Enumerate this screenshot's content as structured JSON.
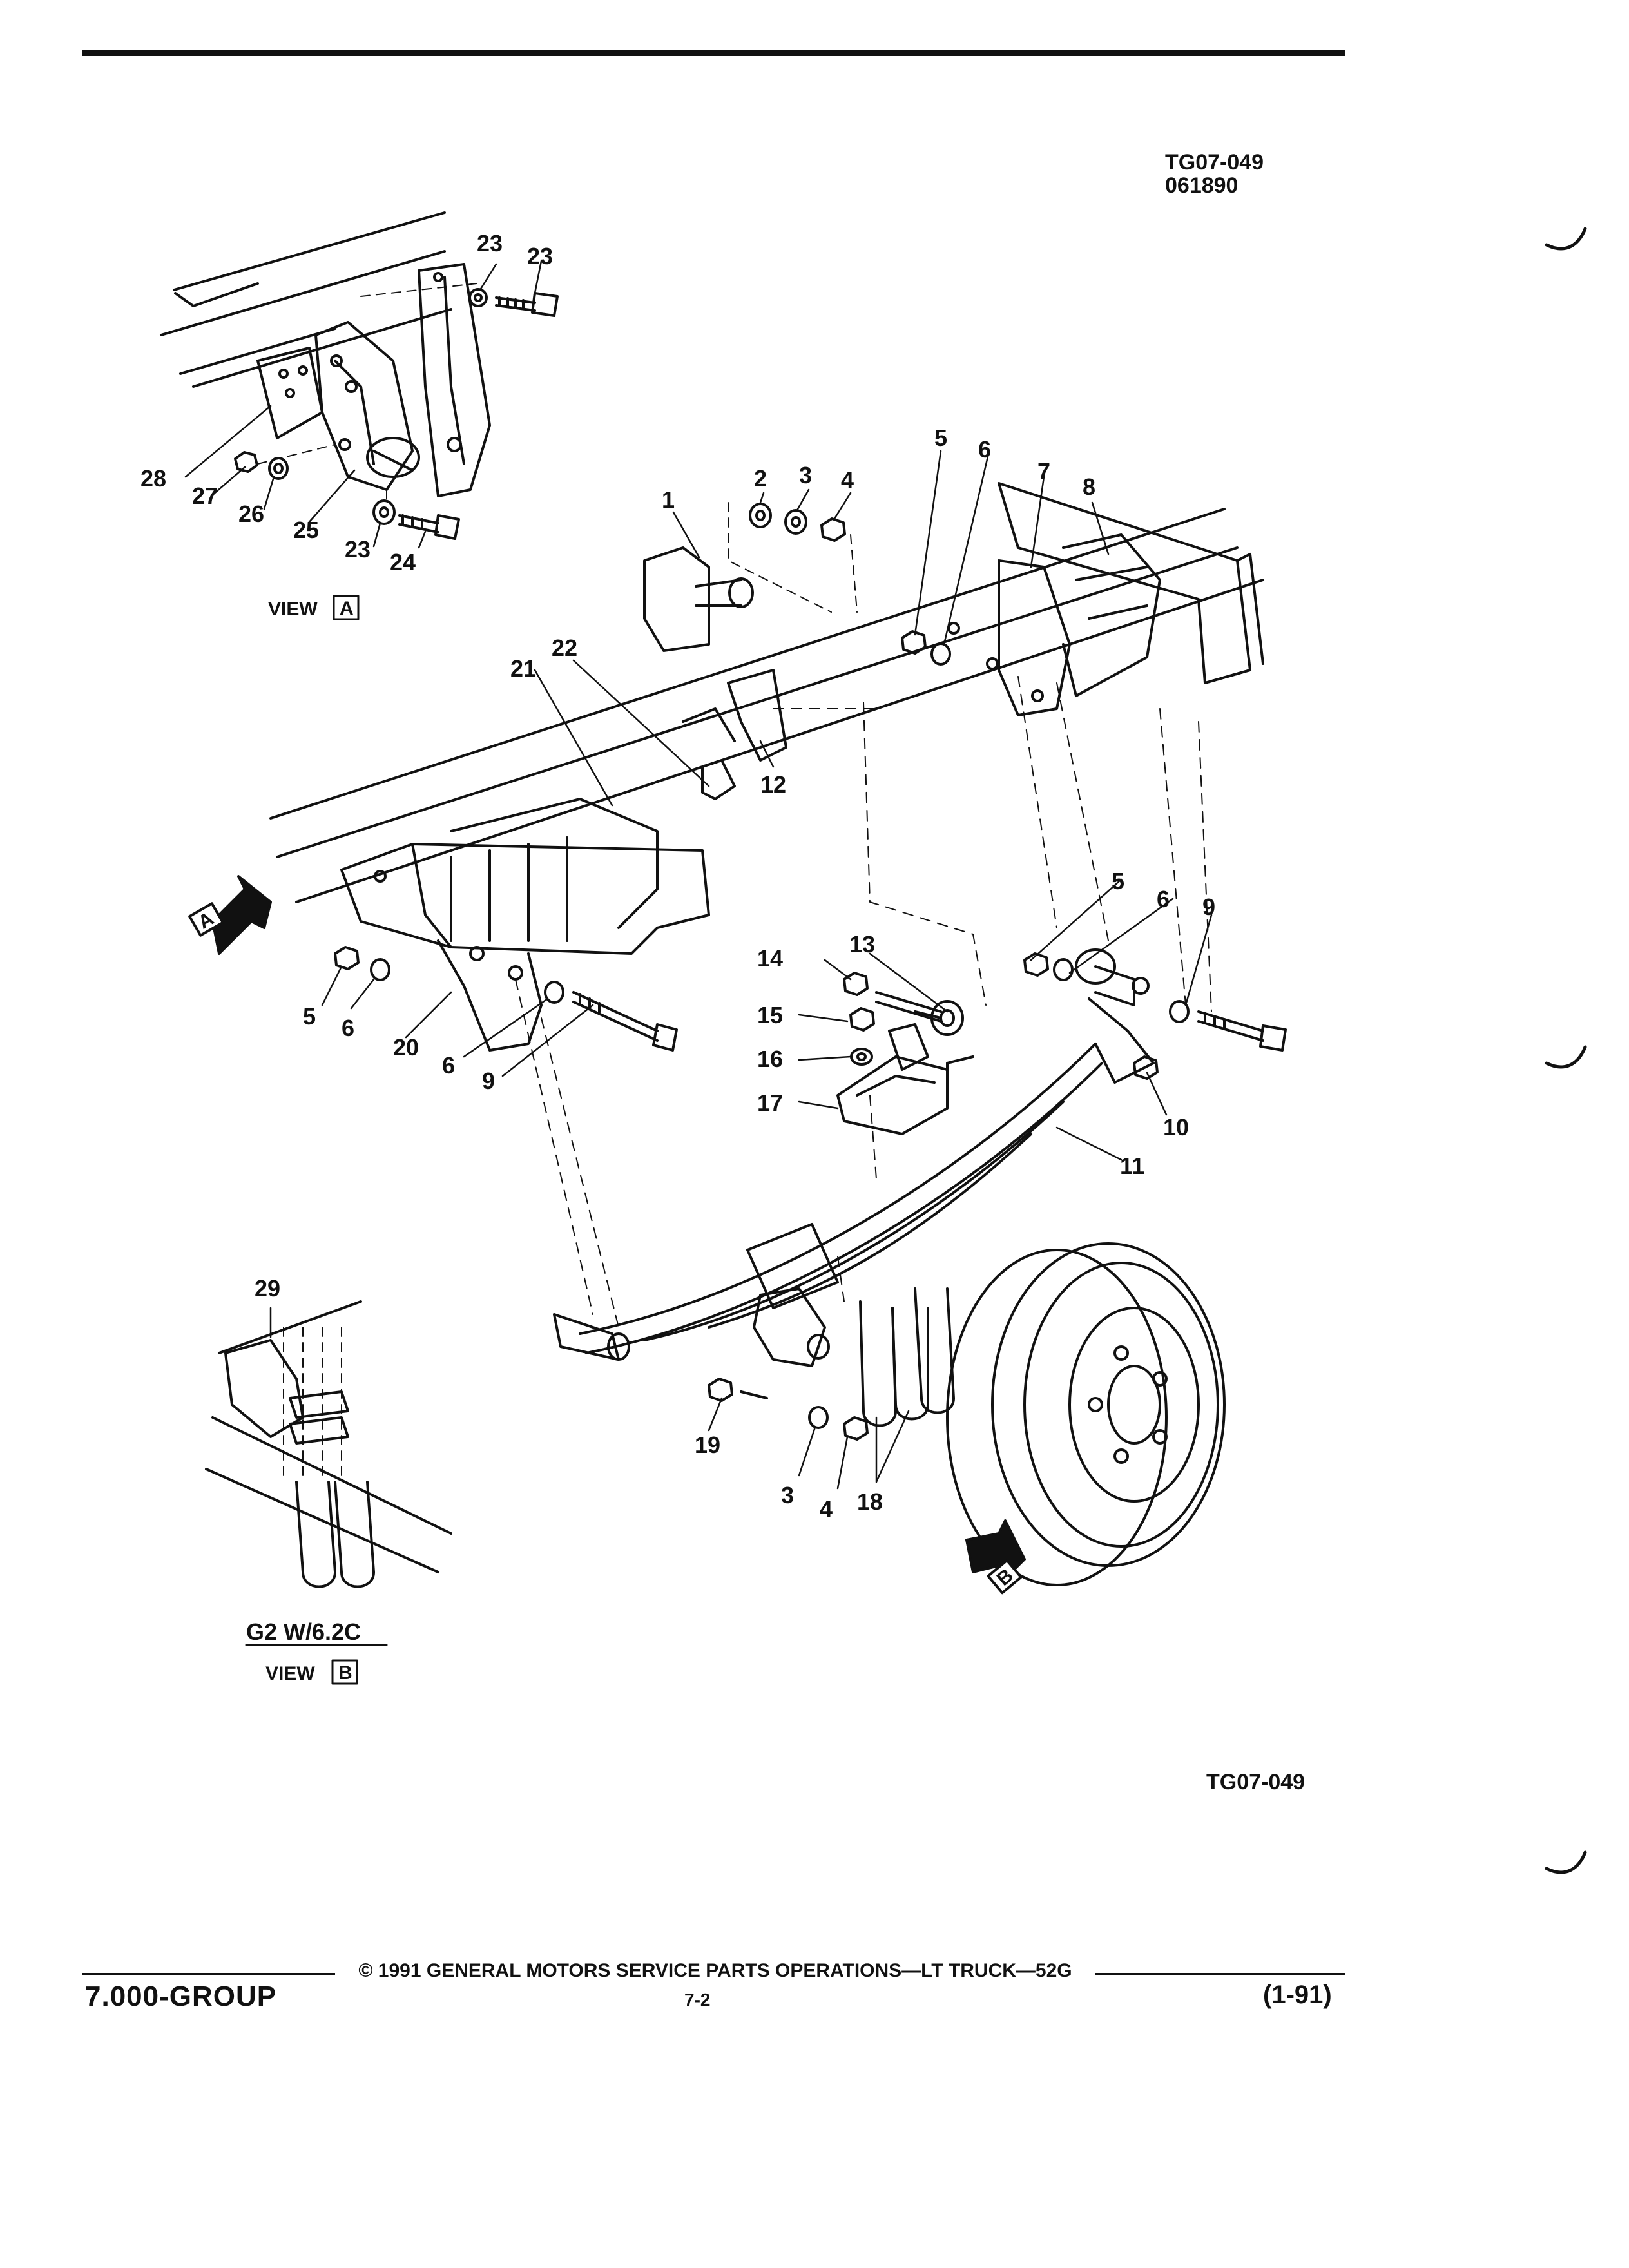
{
  "header": {
    "figure_ref": "TG07-049",
    "figure_date": "061890"
  },
  "callouts": [
    "1",
    "2",
    "3",
    "4",
    "5",
    "6",
    "7",
    "8",
    "9",
    "10",
    "11",
    "12",
    "13",
    "14",
    "15",
    "16",
    "17",
    "18",
    "19",
    "20",
    "21",
    "22",
    "23",
    "24",
    "25",
    "26",
    "27",
    "28",
    "29"
  ],
  "view_a": {
    "label": "VIEW",
    "key": "A"
  },
  "view_b": {
    "caption": "G2 W/6.2C",
    "label": "VIEW",
    "key": "B"
  },
  "figure_ref_bottom": "TG07-049",
  "footer": {
    "copyright": "© 1991 GENERAL MOTORS SERVICE PARTS OPERATIONS—LT TRUCK—52G",
    "group": "7.000-GROUP",
    "page": "7-2",
    "date_code": "(1-91)"
  },
  "colors": {
    "ink": "#111111",
    "paper": "#ffffff"
  }
}
